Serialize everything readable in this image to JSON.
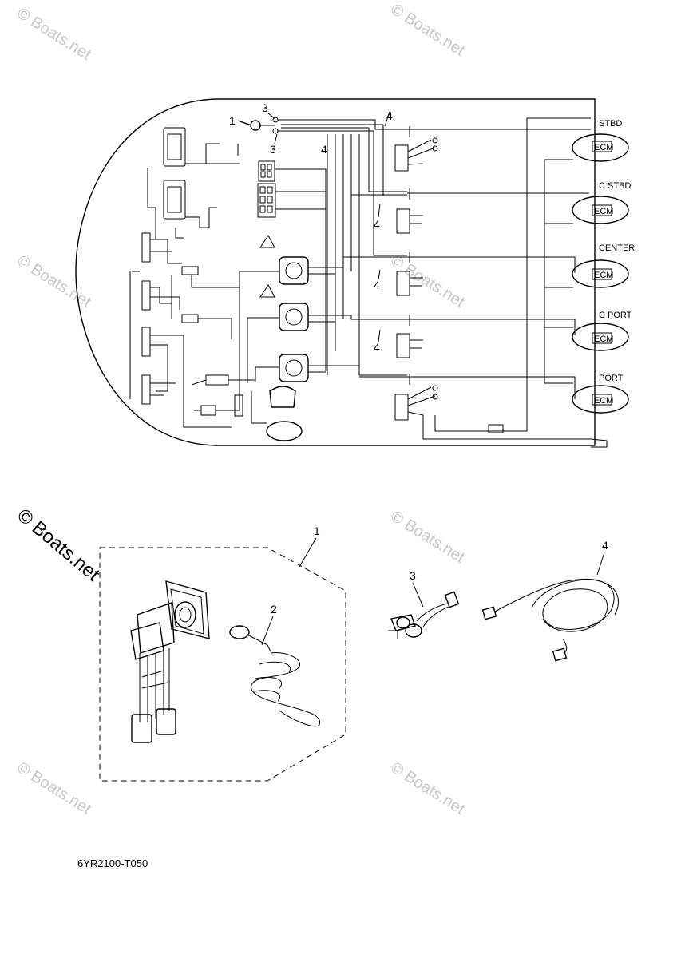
{
  "watermark": "© Boats.net",
  "diagram_code": "6YR2100-T050",
  "engine_labels": [
    "STBD",
    "C STBD",
    "CENTER",
    "C PORT",
    "PORT"
  ],
  "ecm_label": "ECM",
  "callouts": [
    "1",
    "2",
    "3",
    "4"
  ]
}
